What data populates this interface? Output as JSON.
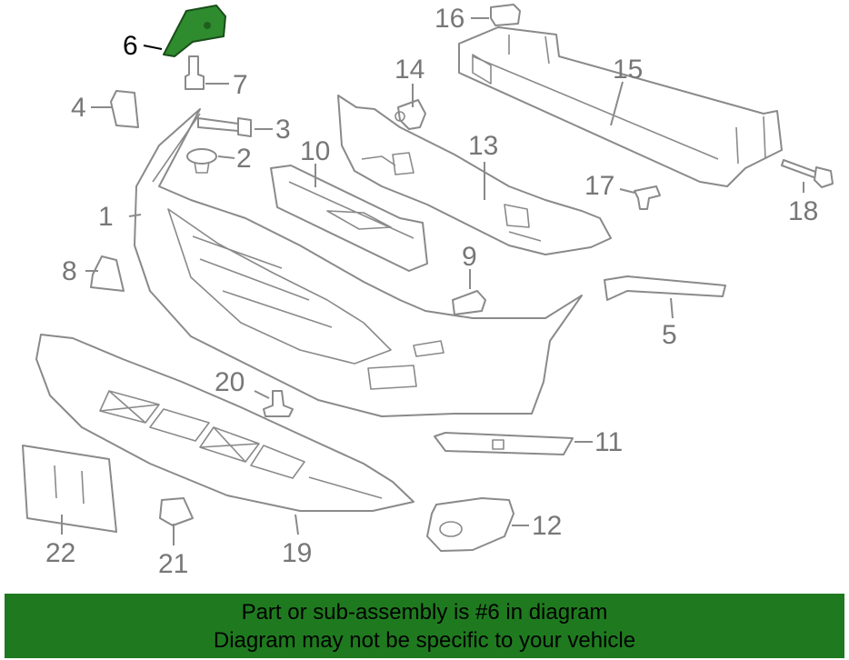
{
  "banner": {
    "line1": "Part or sub-assembly is #6 in diagram",
    "line2": "Diagram may not be specific to your vehicle"
  },
  "colors": {
    "highlight_part": "#2e8b2e",
    "banner_background": "#1f7a1f",
    "line_art": "#8a8a8a",
    "callout_text": "#777777"
  },
  "highlighted_callout": "6",
  "callouts": [
    "1",
    "2",
    "3",
    "4",
    "5",
    "6",
    "7",
    "8",
    "9",
    "10",
    "11",
    "12",
    "13",
    "14",
    "15",
    "16",
    "17",
    "18",
    "19",
    "20",
    "21",
    "22"
  ]
}
